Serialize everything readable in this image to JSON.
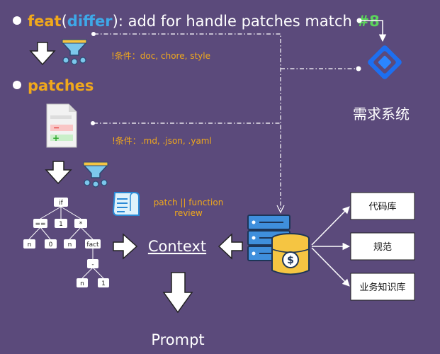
{
  "headline": {
    "part_feat": "feat",
    "part_open": "(",
    "part_differ": "differ",
    "part_close": "): ",
    "part_rest": "add for handle patches match ",
    "part_ref": "#8"
  },
  "condition_1": "!条件：doc, chore, style",
  "patches_title": "patches",
  "condition_2": "!条件：.md, .json, .yaml",
  "ast_nodes": [
    "if",
    "==",
    "1",
    "*",
    "n",
    "0",
    "n",
    "fact",
    "-",
    "n",
    "1"
  ],
  "patch_function_line1": "patch || function",
  "patch_function_line2": "review",
  "context_label": "Context",
  "prompt_label": "Prompt",
  "requirement_system": "需求系统",
  "knowledge_boxes": [
    "代码库",
    "规范",
    "业务知识库"
  ],
  "colors": {
    "background": "#5b4a7b",
    "orange": "#f0a81c",
    "blue": "#3ea8e8",
    "green": "#5bd35b",
    "jira_blue": "#1d6ff0"
  },
  "icons": [
    "funnel-icon",
    "document-diff-icon",
    "script-scroll-icon",
    "server-database-icon",
    "jira-logo-icon",
    "down-arrow-icon",
    "right-arrow-icon",
    "left-arrow-icon"
  ]
}
